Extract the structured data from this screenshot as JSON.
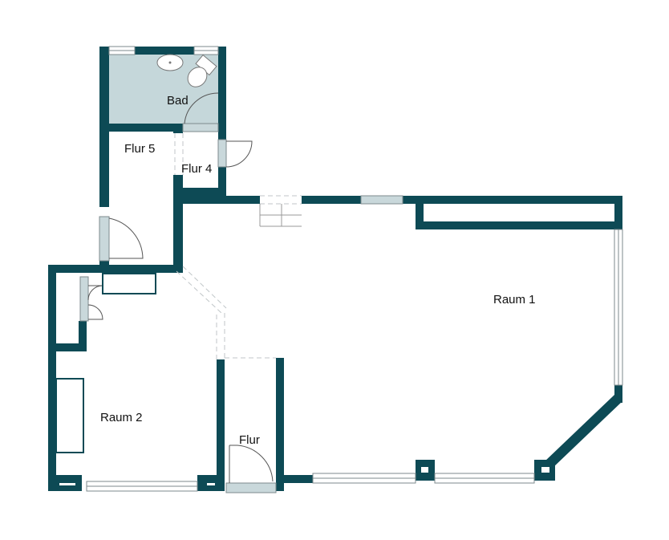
{
  "colors": {
    "wall": "#0d4a55",
    "bath_floor": "#c5d7da",
    "door_leaf": "#c9d8db",
    "window_line": "#7d8a8c",
    "background": "#ffffff"
  },
  "rooms": [
    {
      "id": "bad",
      "label": "Bad"
    },
    {
      "id": "flur5",
      "label": "Flur 5"
    },
    {
      "id": "flur4",
      "label": "Flur 4"
    },
    {
      "id": "raum1",
      "label": "Raum 1"
    },
    {
      "id": "raum2",
      "label": "Raum 2"
    },
    {
      "id": "flur",
      "label": "Flur"
    }
  ],
  "fixtures": [
    {
      "id": "washbasin",
      "room": "Bad"
    },
    {
      "id": "toilet",
      "room": "Bad"
    }
  ]
}
